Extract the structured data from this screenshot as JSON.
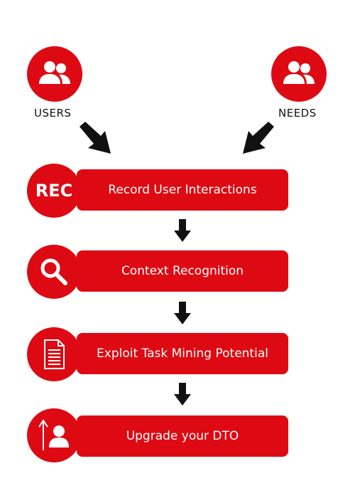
{
  "top": {
    "users_label": "USERS",
    "needs_label": "NEEDS",
    "users_icon": "users-group-icon",
    "needs_icon": "users-group-icon"
  },
  "steps": [
    {
      "badge": "REC",
      "label": "Record User Interactions",
      "icon": "rec-badge"
    },
    {
      "badge": "",
      "label": "Context Recognition",
      "icon": "magnifier-icon"
    },
    {
      "badge": "",
      "label": "Exploit Task Mining Potential",
      "icon": "document-icon"
    },
    {
      "badge": "",
      "label": "Upgrade your DTO",
      "icon": "upgrade-user-icon"
    }
  ],
  "colors": {
    "accent": "#dd0a13",
    "arrow": "#111111"
  }
}
